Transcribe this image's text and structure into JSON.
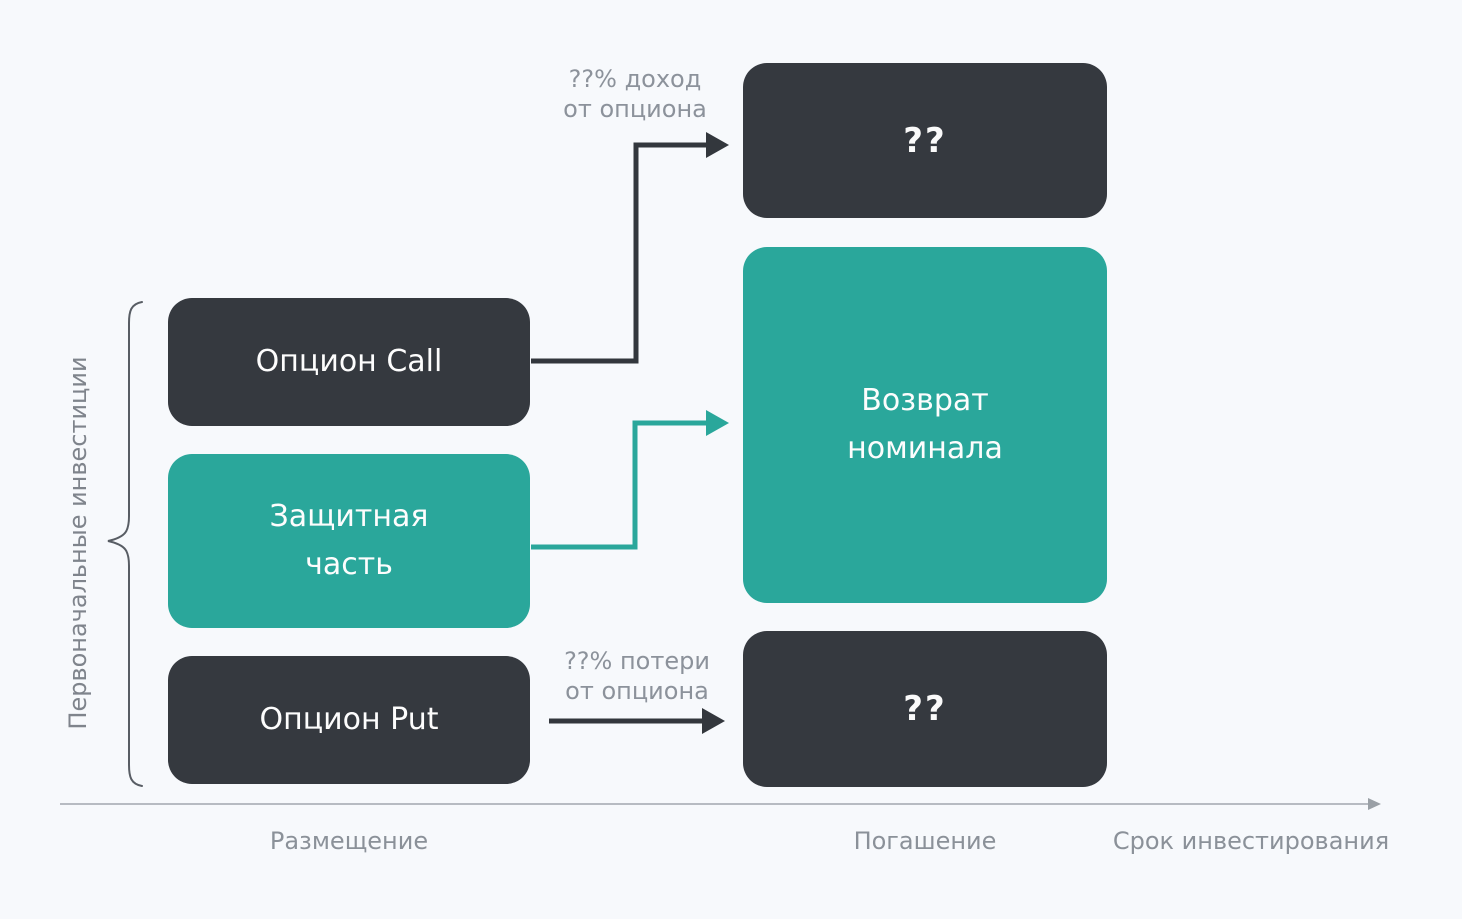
{
  "diagram": {
    "left_group": {
      "brace_label": "Первоначальные инвестиции",
      "boxes": [
        {
          "label": "Опцион Call"
        },
        {
          "label": "Защитная часть"
        },
        {
          "label": "Опцион Put"
        }
      ]
    },
    "right_column": {
      "boxes": [
        {
          "label": "??"
        },
        {
          "label": "Возврат номинала"
        },
        {
          "label": "??"
        }
      ]
    },
    "arrows": [
      {
        "name": "call-to-payout",
        "label_lines": [
          "??% доход",
          "от опциона"
        ]
      },
      {
        "name": "protective-to-nominal"
      },
      {
        "name": "put-to-payout",
        "label_lines": [
          "??% потери",
          "от опциона"
        ]
      }
    ],
    "timeline": {
      "labels": [
        "Размещение",
        "Погашение",
        "Срок инвестирования"
      ]
    },
    "colors": {
      "background": "#f7f9fc",
      "dark_box": "#35393f",
      "teal_accent": "#2aa79b",
      "muted_text": "#8c929b",
      "axis_line": "#b7bbc2",
      "white_text": "#ffffff"
    }
  }
}
